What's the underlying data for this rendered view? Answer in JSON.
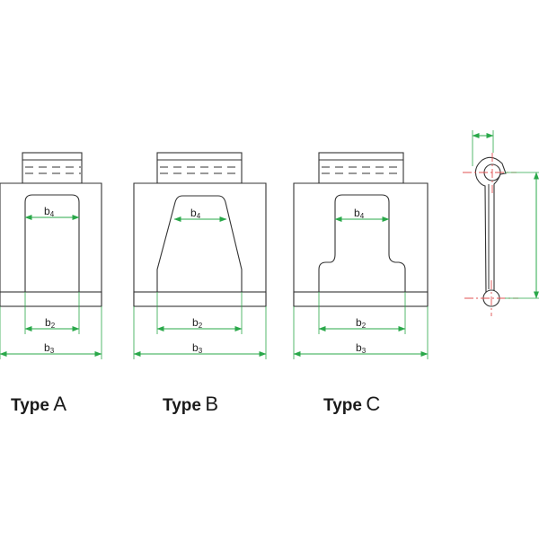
{
  "colors": {
    "outline": "#333333",
    "dimension": "#2aa84a",
    "centerline": "#e05050"
  },
  "dimensions": {
    "b2": [
      "b",
      "2"
    ],
    "b3": [
      "b",
      "3"
    ],
    "b4": [
      "b",
      "4"
    ]
  },
  "types": [
    {
      "word": "Type",
      "letter": "A"
    },
    {
      "word": "Type",
      "letter": "B"
    },
    {
      "word": "Type",
      "letter": "C"
    }
  ]
}
